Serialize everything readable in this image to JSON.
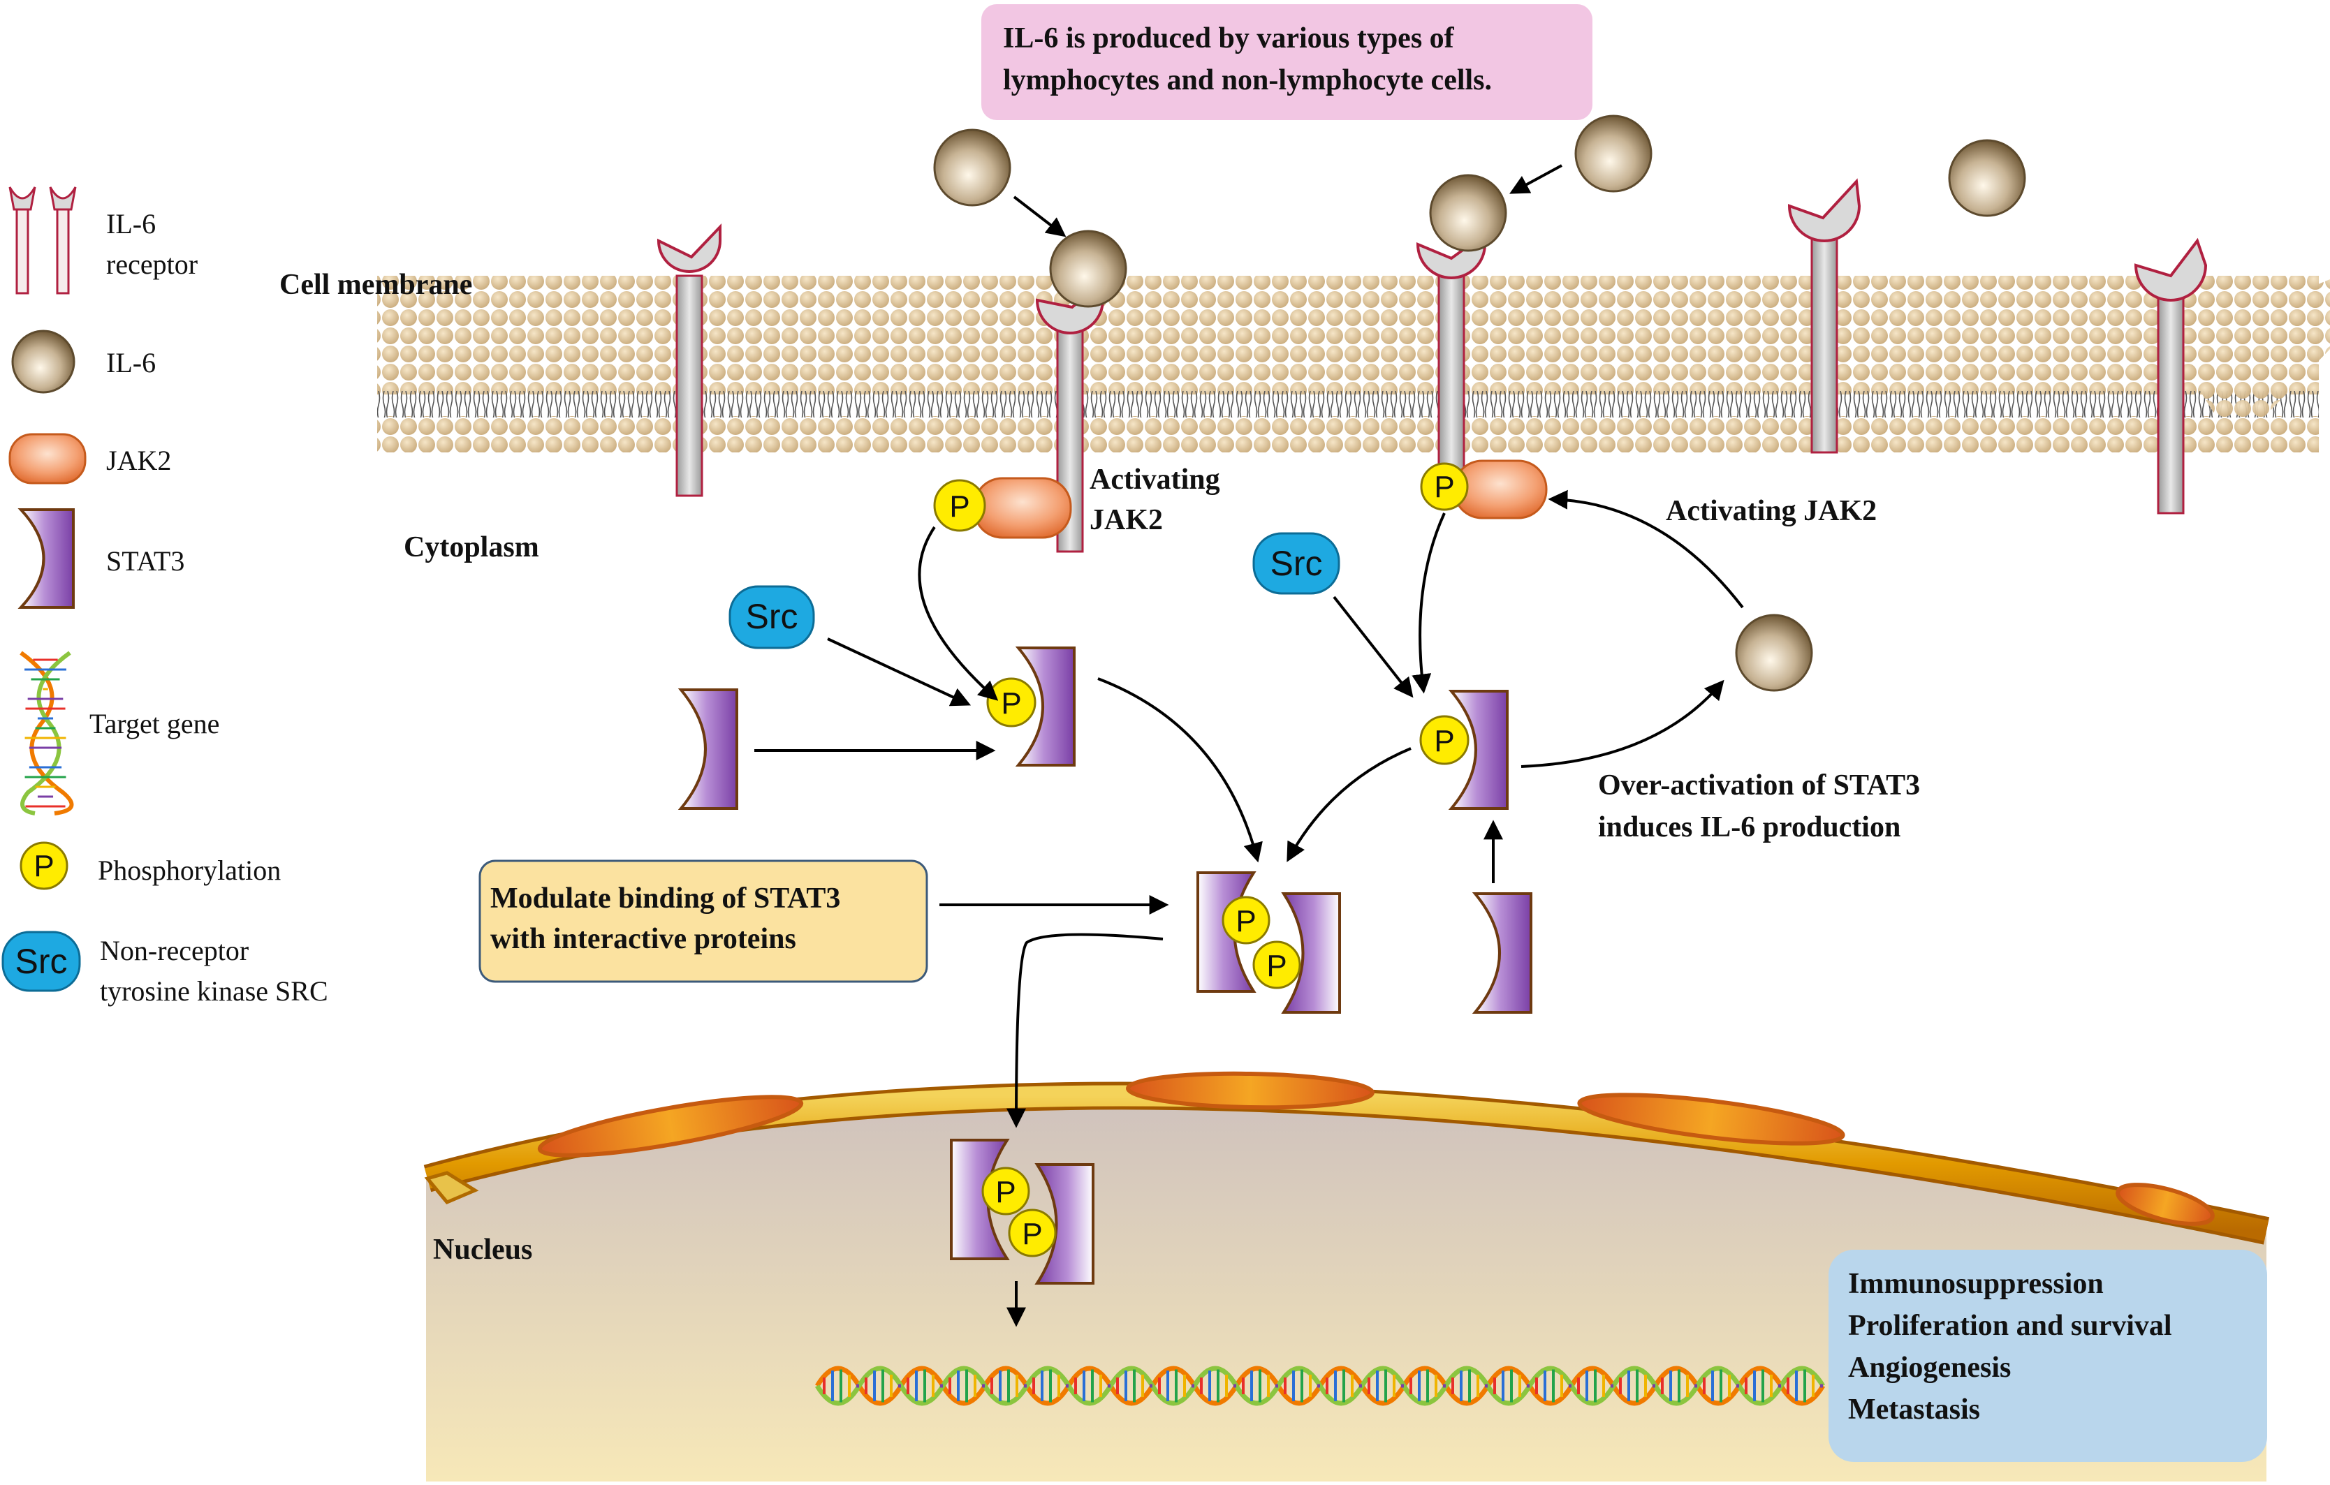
{
  "header_box": {
    "line1": "IL-6 is produced by various types of",
    "line2": "lymphocytes and non-lymphocyte cells."
  },
  "labels": {
    "cell_membrane": "Cell  membrane",
    "cytoplasm": "Cytoplasm",
    "nucleus": "Nucleus",
    "activating_jak2_left_1": "Activating",
    "activating_jak2_left_2": "JAK2",
    "activating_jak2_right": "Activating JAK2",
    "over_activation_1": "Over-activation of STAT3",
    "over_activation_2": "induces IL-6 production"
  },
  "modulate_box": {
    "line1": "Modulate binding of STAT3",
    "line2": "with interactive proteins"
  },
  "outcomes": [
    "Immunosuppression",
    "Proliferation and survival",
    "Angiogenesis",
    "Metastasis"
  ],
  "legend": {
    "il6_receptor_1": "IL-6",
    "il6_receptor_2": "receptor",
    "il6": "IL-6",
    "jak2": "JAK2",
    "stat3": "STAT3",
    "target_gene": "Target gene",
    "phosphorylation": "Phosphorylation",
    "src_1": "Non-receptor",
    "src_2": "tyrosine kinase SRC"
  },
  "symbols": {
    "p": "P",
    "src": "Src"
  },
  "colors": {
    "header_box": "#f2c6e3",
    "modulate_box": "#fbe2a0",
    "outcome_box": "#b9d6ec",
    "stat3": "#8e5bb5",
    "jak2": "#f19862",
    "src": "#1ea9e1",
    "phospho": "#ffec00",
    "nucleus_envelope": "#e8a200"
  }
}
